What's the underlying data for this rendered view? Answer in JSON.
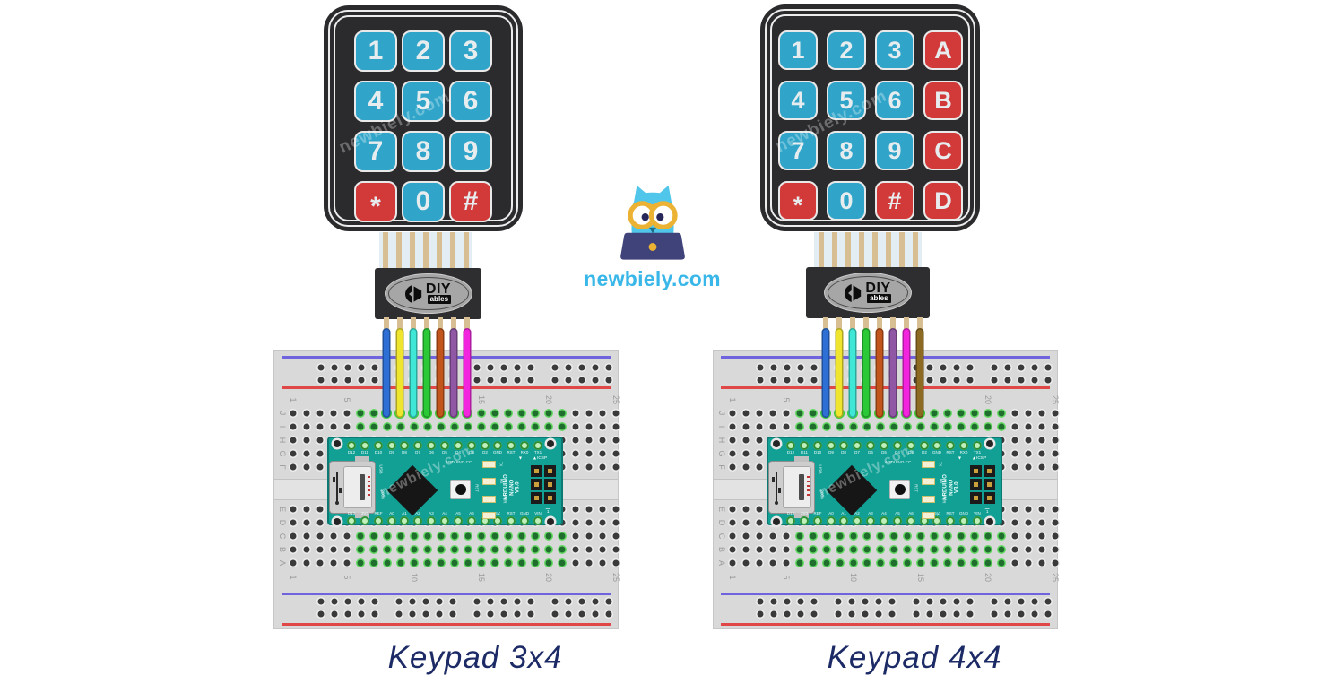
{
  "site": {
    "name": "newbiely.com",
    "text_color": "#39b7e8"
  },
  "watermark": "newbiely.com",
  "assemblies": [
    {
      "name": "keypad-3x4",
      "caption": "Keypad 3x4",
      "keypad": {
        "rows": [
          [
            "1",
            "2",
            "3"
          ],
          [
            "4",
            "5",
            "6"
          ],
          [
            "7",
            "8",
            "9"
          ],
          [
            "*",
            "0",
            "#"
          ]
        ],
        "red_keys": [
          "*",
          "#"
        ],
        "key_blue": "#31a5c9",
        "key_red": "#d23a3a"
      },
      "connector": {
        "brand": "DIY",
        "brand_sub": "ables"
      },
      "wires": [
        {
          "name": "blue",
          "color": "#2d6fd4"
        },
        {
          "name": "yellow",
          "color": "#f0e52e"
        },
        {
          "name": "cyan",
          "color": "#3fe8d6"
        },
        {
          "name": "green",
          "color": "#2bc937"
        },
        {
          "name": "orange",
          "color": "#c2551b"
        },
        {
          "name": "purple",
          "color": "#8f57a4"
        },
        {
          "name": "magenta",
          "color": "#f224de"
        }
      ]
    },
    {
      "name": "keypad-4x4",
      "caption": "Keypad 4x4",
      "keypad": {
        "rows": [
          [
            "1",
            "2",
            "3",
            "A"
          ],
          [
            "4",
            "5",
            "6",
            "B"
          ],
          [
            "7",
            "8",
            "9",
            "C"
          ],
          [
            "*",
            "0",
            "#",
            "D"
          ]
        ],
        "red_keys": [
          "*",
          "#",
          "A",
          "B",
          "C",
          "D"
        ],
        "key_blue": "#31a5c9",
        "key_red": "#d23a3a"
      },
      "connector": {
        "brand": "DIY",
        "brand_sub": "ables"
      },
      "wires": [
        {
          "name": "blue",
          "color": "#2d6fd4"
        },
        {
          "name": "yellow",
          "color": "#f0e52e"
        },
        {
          "name": "cyan",
          "color": "#3fe8d6"
        },
        {
          "name": "green",
          "color": "#2bc937"
        },
        {
          "name": "orange",
          "color": "#c2551b"
        },
        {
          "name": "purple",
          "color": "#8f57a4"
        },
        {
          "name": "magenta",
          "color": "#f224de"
        },
        {
          "name": "brown",
          "color": "#8c6a22"
        }
      ]
    }
  ],
  "breadboard": {
    "row_letters_top": [
      "J",
      "I",
      "H",
      "G",
      "F"
    ],
    "row_letters_bottom": [
      "E",
      "D",
      "C",
      "B",
      "A"
    ],
    "column_numbers": [
      "1",
      "5",
      "10",
      "15",
      "20",
      "25"
    ],
    "rail_blue": "#6f64dd",
    "rail_red": "#e04848"
  },
  "arduino_nano": {
    "top_pins": [
      "D12",
      "D11",
      "D10",
      "D9",
      "D8",
      "D7",
      "D6",
      "D5",
      "D4",
      "D3",
      "D2",
      "GND",
      "RST",
      "RX0",
      "TX1"
    ],
    "bottom_pins": [
      "D13",
      "3V3",
      "REF",
      "A0",
      "A1",
      "A2",
      "A3",
      "A4",
      "A5",
      "A6",
      "A7",
      "5V",
      "RST",
      "GND",
      "VIN"
    ],
    "chip_text": "ARDUINO CC",
    "reset_label": "RST",
    "usb_label": "USB",
    "year_label": "2008",
    "led_labels": [
      "TX",
      "RX",
      "PWR",
      "L"
    ],
    "model_lines": [
      "ARDUINO",
      "NANO",
      "V3.0"
    ],
    "icsp_label": "ICSP",
    "rx_mark": "▼",
    "tx_mark": "▲",
    "pin1_label": "1"
  },
  "captions": {
    "color": "#1c2a66"
  }
}
